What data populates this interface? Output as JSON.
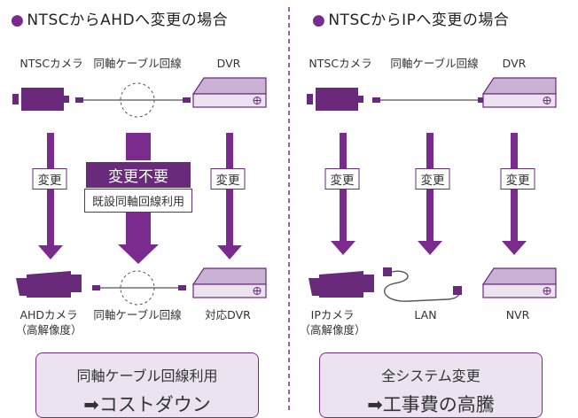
{
  "colors": {
    "accent": "#7b2b8d",
    "dark": "#6a2a7c",
    "light": "#c9b2d4",
    "box_bg": "#ece3f0"
  },
  "left": {
    "heading": "NTSCからAHDへ変更の場合",
    "top_labels": {
      "camera": "NTSCカメラ",
      "cable": "同軸ケーブル回線",
      "recorder": "DVR"
    },
    "change_left": "変更",
    "change_right": "変更",
    "keep_main": "変更不要",
    "keep_sub": "既設同軸回線利用",
    "bottom_labels": {
      "camera_line1": "AHDカメラ",
      "camera_line2": "（高解像度）",
      "cable": "同軸ケーブル回線",
      "recorder": "対応DVR"
    },
    "box_line1": "同軸ケーブル回線利用",
    "box_line2": "➡コストダウン"
  },
  "right": {
    "heading": "NTSCからIPへ変更の場合",
    "top_labels": {
      "camera": "NTSCカメラ",
      "cable": "同軸ケーブル回線",
      "recorder": "DVR"
    },
    "change_1": "変更",
    "change_2": "変更",
    "change_3": "変更",
    "bottom_labels": {
      "camera_line1": "IPカメラ",
      "camera_line2": "（高解像度）",
      "cable": "LAN",
      "recorder": "NVR"
    },
    "box_line1": "全システム変更",
    "box_line2": "➡工事費の高騰"
  }
}
